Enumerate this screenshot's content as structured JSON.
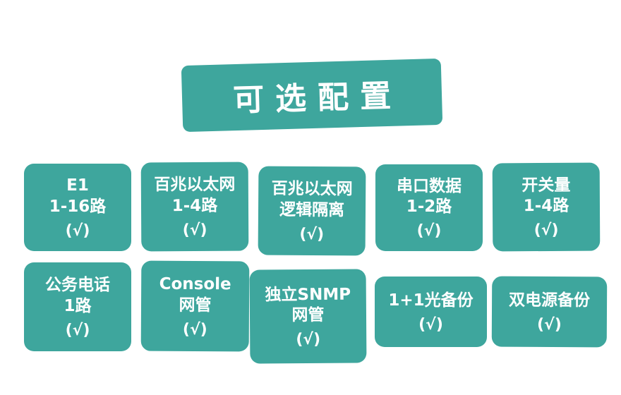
{
  "colors": {
    "teal": "#3EA69D",
    "text": "#FFFFFF",
    "background": "#FFFFFF"
  },
  "banner": {
    "title": "可选配置"
  },
  "cards": [
    {
      "lines": [
        "E1",
        "1-16路"
      ],
      "check": "(√)"
    },
    {
      "lines": [
        "百兆以太网",
        "1-4路"
      ],
      "check": "(√)"
    },
    {
      "lines": [
        "百兆以太网",
        "逻辑隔离"
      ],
      "check": "(√)"
    },
    {
      "lines": [
        "串口数据",
        "1-2路"
      ],
      "check": "(√)"
    },
    {
      "lines": [
        "开关量",
        "1-4路"
      ],
      "check": "(√)"
    },
    {
      "lines": [
        "公务电话",
        "1路"
      ],
      "check": "(√)"
    },
    {
      "lines": [
        "Console",
        "网管"
      ],
      "check": "(√)"
    },
    {
      "lines": [
        "独立SNMP",
        "网管"
      ],
      "check": "(√)"
    },
    {
      "lines": [
        "1+1光备份"
      ],
      "check": "(√)"
    },
    {
      "lines": [
        "双电源备份"
      ],
      "check": "(√)"
    }
  ]
}
